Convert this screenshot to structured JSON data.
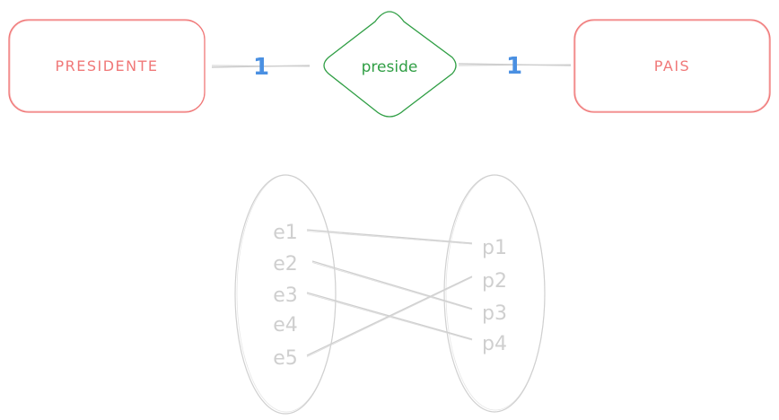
{
  "diagram": {
    "entity_left": "PRESIDENTE",
    "relationship": "preside",
    "entity_right": "PAIS",
    "cardinality_left": "1",
    "cardinality_right": "1",
    "colors": {
      "entity": "#f07878",
      "relationship": "#2f9e44",
      "cardinality": "#4a90e2",
      "mapping": "#cfcfcf"
    }
  },
  "mapping": {
    "left_set": [
      "e1",
      "e2",
      "e3",
      "e4",
      "e5"
    ],
    "right_set": [
      "p1",
      "p2",
      "p3",
      "p4"
    ],
    "links": [
      [
        "e1",
        "p1"
      ],
      [
        "e2",
        "p3"
      ],
      [
        "e3",
        "p4"
      ],
      [
        "e5",
        "p2"
      ]
    ]
  }
}
